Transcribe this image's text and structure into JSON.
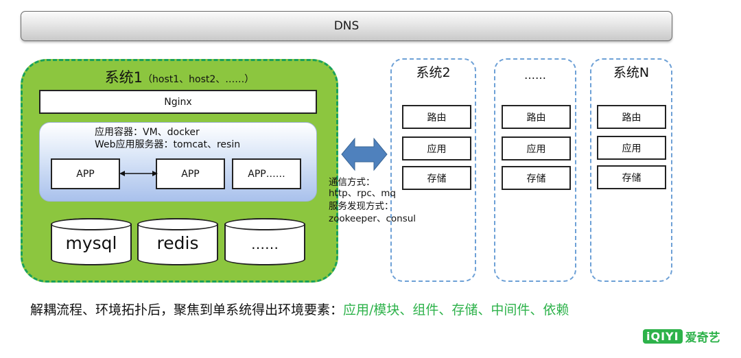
{
  "dns": "DNS",
  "system1": {
    "title": "系统1",
    "hosts": "（host1、host2、……）",
    "nginx": "Nginx",
    "container_line1": "应用容器：VM、docker",
    "container_line2": "Web应用服务器：tomcat、resin",
    "apps": [
      "APP",
      "APP",
      "APP……"
    ],
    "databases": [
      "mysql",
      "redis",
      "……"
    ]
  },
  "communication": {
    "line1": "通信方式：",
    "line2": "http、rpc、mq",
    "line3": "服务发现方式：",
    "line4": "zookeeper、consul"
  },
  "systems": [
    {
      "title": "系统2",
      "items": [
        "路由",
        "应用",
        "存储"
      ]
    },
    {
      "title": "……",
      "items": [
        "路由",
        "应用",
        "存储"
      ]
    },
    {
      "title": "系统N",
      "items": [
        "路由",
        "应用",
        "存储"
      ]
    }
  ],
  "footer": {
    "prefix": "解耦流程、环境拓扑后，聚焦到单系统得出环境要素：",
    "highlight": "应用/模块、组件、存储、中间件、依赖"
  },
  "logo": {
    "badge": "iQIYI",
    "text": "爱奇艺"
  },
  "colors": {
    "system1_fill": "#8cc63f",
    "system1_border": "#1aa15a",
    "arrow": "#4f81bd",
    "system_border": "#6da0d6",
    "highlight": "#2db24a"
  }
}
